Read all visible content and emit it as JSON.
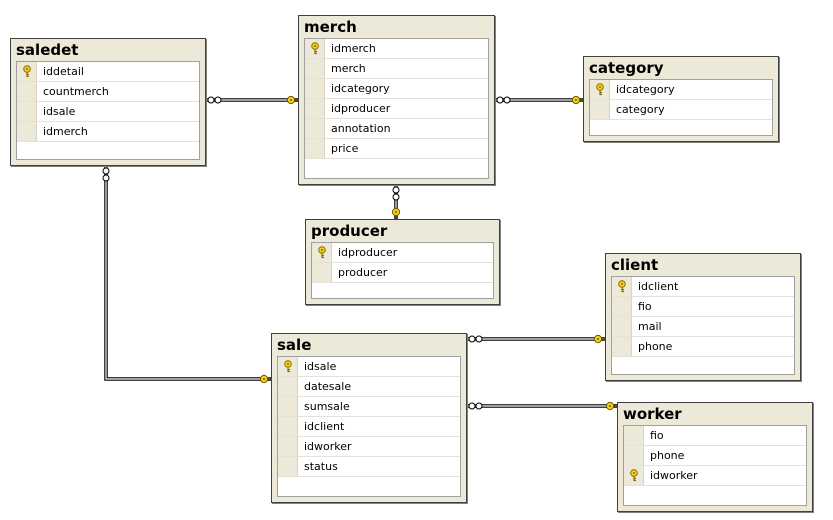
{
  "diagram": {
    "tables": [
      {
        "id": "saledet",
        "name": "saledet",
        "columns": [
          {
            "name": "iddetail",
            "pk": true
          },
          {
            "name": "countmerch",
            "pk": false
          },
          {
            "name": "idsale",
            "pk": false
          },
          {
            "name": "idmerch",
            "pk": false
          }
        ]
      },
      {
        "id": "merch",
        "name": "merch",
        "columns": [
          {
            "name": "idmerch",
            "pk": true
          },
          {
            "name": "merch",
            "pk": false
          },
          {
            "name": "idcategory",
            "pk": false
          },
          {
            "name": "idproducer",
            "pk": false
          },
          {
            "name": "annotation",
            "pk": false
          },
          {
            "name": "price",
            "pk": false
          }
        ]
      },
      {
        "id": "category",
        "name": "category",
        "columns": [
          {
            "name": "idcategory",
            "pk": true
          },
          {
            "name": "category",
            "pk": false
          }
        ]
      },
      {
        "id": "producer",
        "name": "producer",
        "columns": [
          {
            "name": "idproducer",
            "pk": true
          },
          {
            "name": "producer",
            "pk": false
          }
        ]
      },
      {
        "id": "client",
        "name": "client",
        "columns": [
          {
            "name": "idclient",
            "pk": true
          },
          {
            "name": "fio",
            "pk": false
          },
          {
            "name": "mail",
            "pk": false
          },
          {
            "name": "phone",
            "pk": false
          }
        ]
      },
      {
        "id": "sale",
        "name": "sale",
        "columns": [
          {
            "name": "idsale",
            "pk": true
          },
          {
            "name": "datesale",
            "pk": false
          },
          {
            "name": "sumsale",
            "pk": false
          },
          {
            "name": "idclient",
            "pk": false
          },
          {
            "name": "idworker",
            "pk": false
          },
          {
            "name": "status",
            "pk": false
          }
        ]
      },
      {
        "id": "worker",
        "name": "worker",
        "columns": [
          {
            "name": "fio",
            "pk": false
          },
          {
            "name": "phone",
            "pk": false
          },
          {
            "name": "idworker",
            "pk": true
          }
        ]
      }
    ],
    "relationships": [
      {
        "id": "saledet-merch",
        "many": "saledet",
        "one": "merch"
      },
      {
        "id": "merch-category",
        "many": "merch",
        "one": "category"
      },
      {
        "id": "merch-producer",
        "many": "merch",
        "one": "producer"
      },
      {
        "id": "saledet-sale",
        "many": "saledet",
        "one": "sale"
      },
      {
        "id": "sale-client",
        "many": "sale",
        "one": "client"
      },
      {
        "id": "sale-worker",
        "many": "sale",
        "one": "worker"
      }
    ],
    "colors": {
      "table_background": "#ece9d8",
      "key_icon": "#f5d21c",
      "link_line": "#000000"
    }
  }
}
